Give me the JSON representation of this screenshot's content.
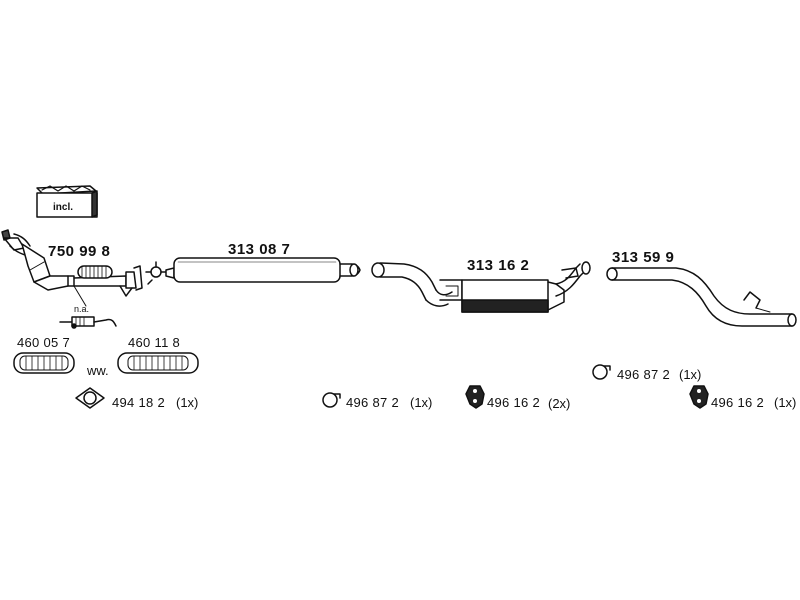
{
  "incl_label": "incl.",
  "na_label": "n.a.",
  "ww_label": "ww.",
  "parts": {
    "p750998": "750 99 8",
    "p313087": "313 08 7",
    "p313162": "313 16 2",
    "p313599": "313 59 9",
    "p460057": "460 05 7",
    "p460118": "460 11 8",
    "p494182": "494 18 2",
    "p496872_a": "496 87 2",
    "p496162_a": "496 16 2",
    "p496872_b": "496 87 2",
    "p496162_b": "496 16 2"
  },
  "quantities": {
    "p494182": "(1x)",
    "p496872_a": "(1x)",
    "p496162_a": "(2x)",
    "p496872_b": "(1x)",
    "p496162_b": "(1x)"
  },
  "icons": [
    "gasket-icon",
    "ring-clamp-icon",
    "rubber-hanger-icon",
    "flex-pipe-icon",
    "lambda-sensor-icon",
    "box-icon"
  ]
}
